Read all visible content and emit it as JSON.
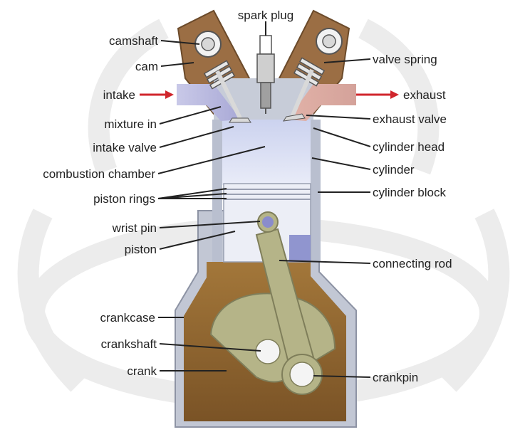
{
  "diagram": {
    "labels": {
      "spark_plug": "spark plug",
      "camshaft": "camshaft",
      "cam": "cam",
      "intake": "intake",
      "mixture_in": "mixture in",
      "intake_valve": "intake valve",
      "combustion_chamber": "combustion chamber",
      "piston_rings": "piston rings",
      "wrist_pin": "wrist pin",
      "piston": "piston",
      "crankcase": "crankcase",
      "crankshaft": "crankshaft",
      "crank": "crank",
      "valve_spring": "valve spring",
      "exhaust": "exhaust",
      "exhaust_valve": "exhaust valve",
      "cylinder_head": "cylinder head",
      "cylinder": "cylinder",
      "cylinder_block": "cylinder block",
      "connecting_rod": "connecting rod",
      "crankpin": "crankpin"
    },
    "colors": {
      "intake_arrow": "#d0262c",
      "exhaust_arrow": "#d0262c",
      "cylinder_wall": "#b9bfcf",
      "chamber": "#e9ecf8",
      "crankcase_oil": "#8d6530",
      "crank_metal": "#b5b488",
      "head_block": "#9b6e44",
      "watermark": "#e4e4e4"
    }
  }
}
